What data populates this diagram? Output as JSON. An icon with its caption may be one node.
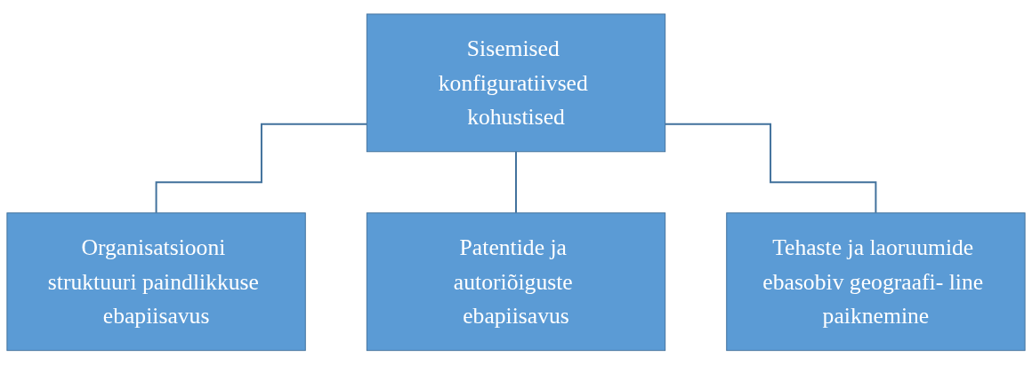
{
  "diagram": {
    "nodes": [
      {
        "text": [
          "Sisemised konfiguratiivsed kohustised"
        ]
      },
      {
        "text": [
          "Organisatsiooni struktuuri paindlikkuse ebapiisavus"
        ]
      },
      {
        "text": [
          "Patentide ja autoriõiguste ebapiisavus"
        ]
      },
      {
        "text": [
          "Tehaste ja laoruumide ebasobiv geograafi- line paiknemine"
        ]
      }
    ],
    "edges": [
      {
        "from": 0,
        "to": 1,
        "arrow": "none"
      },
      {
        "from": 0,
        "to": 2,
        "arrow": "none"
      },
      {
        "from": 0,
        "to": 3,
        "arrow": "none"
      }
    ]
  }
}
